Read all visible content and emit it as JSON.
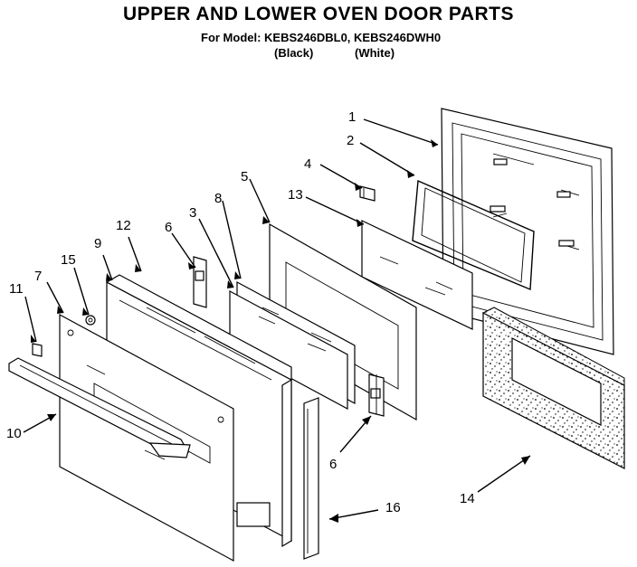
{
  "header": {
    "title": "UPPER AND LOWER OVEN DOOR PARTS",
    "model_line": "For Model: KEBS246DBL0, KEBS246DWH0",
    "variant_black": "(Black)",
    "variant_white": "(White)"
  },
  "callouts": {
    "c1": "1",
    "c2": "2",
    "c3": "3",
    "c4": "4",
    "c5": "5",
    "c6a": "6",
    "c6b": "6",
    "c7": "7",
    "c8": "8",
    "c9": "9",
    "c10": "10",
    "c11": "11",
    "c12": "12",
    "c13": "13",
    "c14": "14",
    "c15": "15",
    "c16": "16"
  },
  "colors": {
    "ink": "#000000",
    "paper": "#ffffff"
  }
}
